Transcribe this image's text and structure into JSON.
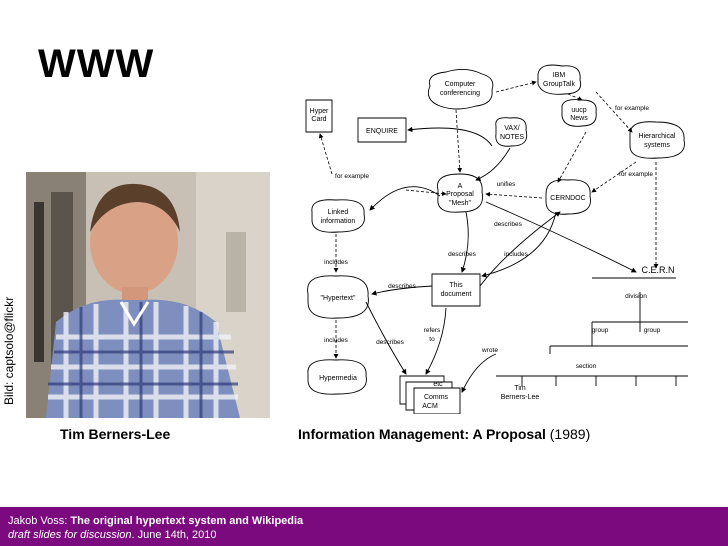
{
  "slide": {
    "title": "WWW",
    "photo_credit": "Bild: captsolo@flickr",
    "photo_caption": "Tim Berners-Lee",
    "diagram_caption_bold": "Information Management: A Proposal",
    "diagram_caption_year": "(1989)"
  },
  "diagram": {
    "nodes": {
      "hypercard_1": "Hyper",
      "hypercard_2": "Card",
      "enquire": "ENQUIRE",
      "computer_conf_1": "Computer",
      "computer_conf_2": "conferencing",
      "ibm_1": "IBM",
      "ibm_2": "GroupTalk",
      "uucp_1": "uucp",
      "uucp_2": "News",
      "vax_1": "VAX/",
      "vax_2": "NOTES",
      "hier_1": "Hierarchical",
      "hier_2": "systems",
      "proposal_1": "A",
      "proposal_2": "Proposal",
      "proposal_3": "\"Mesh\"",
      "linked_1": "Linked",
      "linked_2": "information",
      "cerndoc": "CERNDOC",
      "hypertext": "\"Hypertext\"",
      "this_doc_1": "This",
      "this_doc_2": "document",
      "cern": "C.E.R.N",
      "hypermedia": "Hypermedia",
      "etc": "etc",
      "comms_1": "Comms",
      "comms_2": "ACM",
      "tbl_1": "Tim",
      "tbl_2": "Berners-Lee"
    },
    "labels": {
      "for_example_top": "for example",
      "for_example_left": "for example",
      "for_example_right": "for example",
      "unifies": "unifies",
      "describes_1": "describes",
      "describes_2": "describes",
      "describes_3": "describes",
      "describes_4": "describes",
      "includes_1": "includes",
      "includes_2": "includes",
      "includes_3": "includes",
      "refers_1": "refers",
      "refers_2": "to",
      "wrote": "wrote",
      "division": "division",
      "group_1": "group",
      "group_2": "group",
      "section": "section"
    }
  },
  "footer": {
    "author": "Jakob Voss: ",
    "talk_title": "The original hypertext system and Wikipedia",
    "draft": "draft slides for discussion",
    "date": ". June 14th, 2010"
  }
}
